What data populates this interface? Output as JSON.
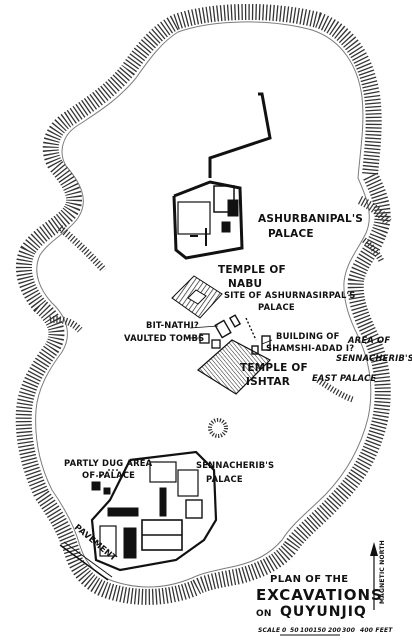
{
  "labels": {
    "ashurbanipal_1": "ASHURBANIPAL'S",
    "ashurbanipal_2": "PALACE",
    "nabu_1": "TEMPLE OF",
    "nabu_2": "NABU",
    "ashurnasirpal_1": "SITE OF ASHURNASIRPAL'S",
    "ashurnasirpal_2": "PALACE",
    "bit_nathi": "BIT-NATHI?",
    "vaulted_tombs": "VAULTED TOMBS",
    "shamshi_1": "BUILDING OF",
    "shamshi_2": "SHAMSHI-ADAD I?",
    "ishtar_1": "TEMPLE OF",
    "ishtar_2": "ISHTAR",
    "area_of": "AREA OF",
    "sennacherib_east": "SENNACHERIB'S",
    "east_palace": "EAST PALACE",
    "partly_dug_1": "PARTLY DUG AREA",
    "partly_dug_2": "OF PALACE",
    "sennacherib_1": "SENNACHERIB'S",
    "sennacherib_2": "PALACE",
    "pavement": "PAVEMENT"
  },
  "title": {
    "line1": "PLAN OF THE",
    "line2": "EXCAVATIONS",
    "line3": "ON",
    "line4": "QUYUNJIQ"
  },
  "north_label": "MAGNETIC NORTH",
  "scale": {
    "prefix": "SCALE",
    "ticks": [
      "0",
      "50",
      "100",
      "150",
      "200",
      "300",
      "400 FEET"
    ]
  }
}
